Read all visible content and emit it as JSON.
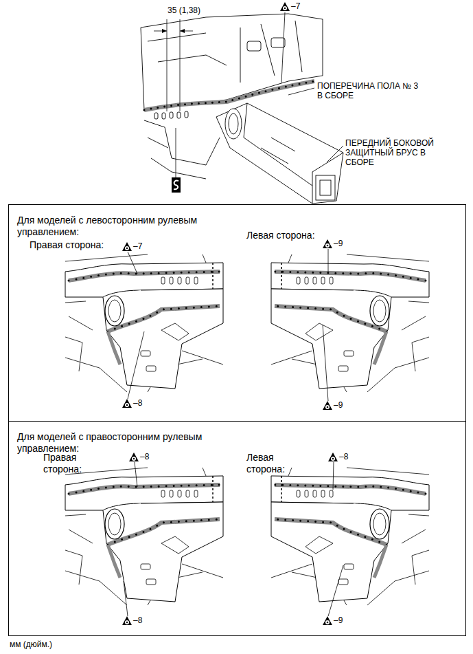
{
  "diagram": {
    "nodes": [
      {
        "text": [
          "Для моделей с левосторонним рулевым управлением:",
          "Правая сторона:",
          "Левая сторона:"
        ]
      },
      {
        "text": [
          "Для моделей с правосторонним рулевым управлением:",
          "Правая сторона:",
          "Левая сторона:"
        ]
      }
    ],
    "labels": [
      "35 (1,38)",
      "–7",
      "ПОПЕРЕЧИНА ПОЛА № 3 В СБОРЕ",
      "ПЕРЕДНИЙ БОКОВОЙ ЗАЩИТНЫЙ БРУС В СБОРЕ",
      "–7",
      "–8",
      "–9",
      "–9",
      "–8",
      "–8",
      "–8",
      "–9",
      "мм (дюйм.)"
    ]
  }
}
